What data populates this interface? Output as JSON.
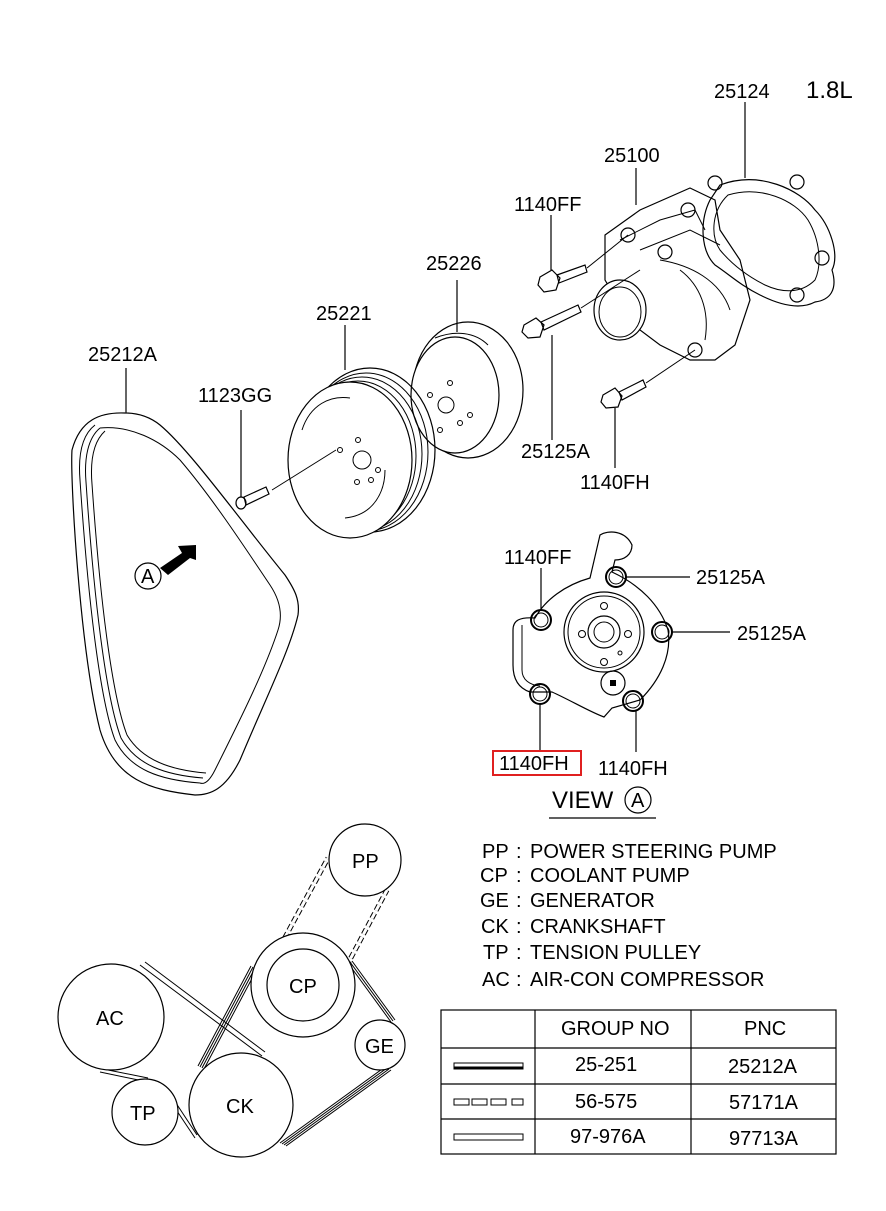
{
  "engine": "1.8L",
  "callouts": {
    "gasket": "25124",
    "pump": "25100",
    "bolt_top": "1140FF",
    "pulley_pump": "25226",
    "pulley_crank": "25221",
    "belt": "25212A",
    "crank_bolt": "1123GG",
    "bolt_mid": "25125A",
    "bolt_bottom": "1140FH"
  },
  "view_a": {
    "title": "VIEW",
    "marker": "A",
    "callouts": {
      "top_left": "1140FF",
      "top_right_1": "25125A",
      "top_right_2": "25125A",
      "bottom_left": "1140FH",
      "bottom_right": "1140FH"
    },
    "highlighted": "1140FH"
  },
  "arrow_marker": "A",
  "legend": [
    {
      "code": "PP",
      "sep": ":",
      "name": "POWER STEERING PUMP"
    },
    {
      "code": "CP",
      "sep": ":",
      "name": "COOLANT PUMP"
    },
    {
      "code": "GE",
      "sep": ":",
      "name": "GENERATOR"
    },
    {
      "code": "CK",
      "sep": ":",
      "name": "CRANKSHAFT"
    },
    {
      "code": "TP",
      "sep": ":",
      "name": "TENSION PULLEY"
    },
    {
      "code": "AC",
      "sep": ":",
      "name": "AIR-CON COMPRESSOR"
    }
  ],
  "pulleys": {
    "pp": "PP",
    "cp": "CP",
    "ge": "GE",
    "ck": "CK",
    "tp": "TP",
    "ac": "AC"
  },
  "table": {
    "headers": [
      "",
      "GROUP NO",
      "PNC"
    ],
    "rows": [
      {
        "line_style": "double-solid-belt",
        "group_no": "25-251",
        "pnc": "25212A"
      },
      {
        "line_style": "dashed-belt",
        "group_no": "56-575",
        "pnc": "57171A"
      },
      {
        "line_style": "hollow-belt",
        "group_no": "97-976A",
        "pnc": "97713A"
      }
    ]
  },
  "colors": {
    "highlight": "#e02020",
    "line": "#000000",
    "background": "#ffffff"
  }
}
